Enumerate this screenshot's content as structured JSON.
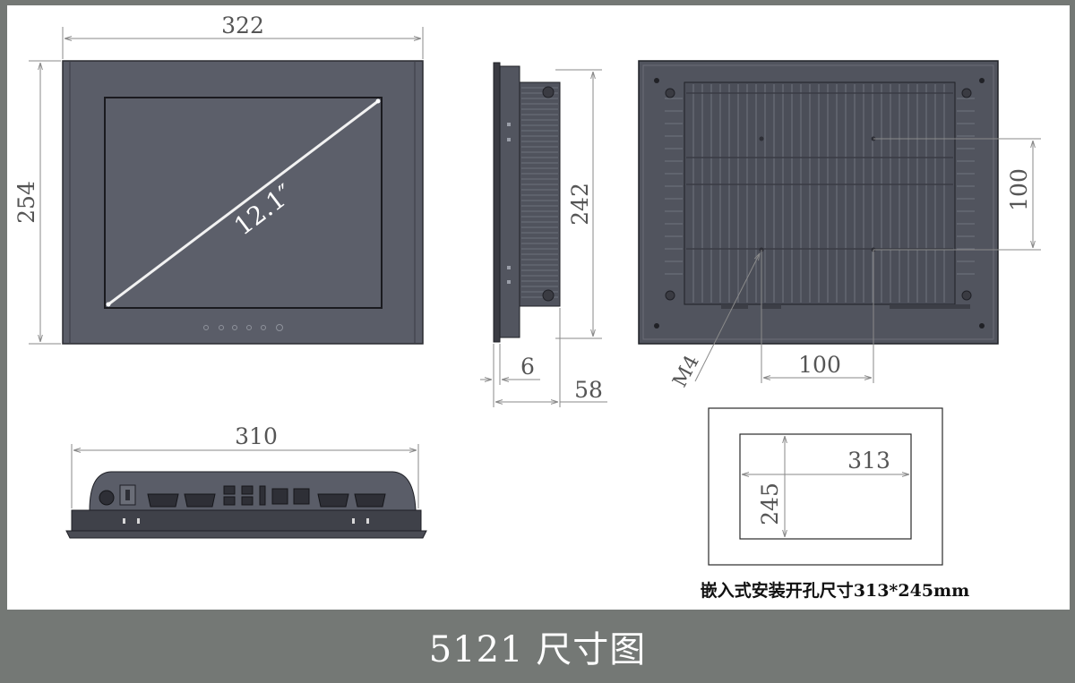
{
  "title": "5121 尺寸图",
  "front_view": {
    "width_label": "322",
    "height_label": "254",
    "diagonal_label": "12.1″"
  },
  "side_view": {
    "height_label": "242",
    "bezel_label": "6",
    "depth_label": "58"
  },
  "back_view": {
    "hole_spacing_v_label": "100",
    "hole_spacing_h_label": "100",
    "screw_label": "M4"
  },
  "bottom_view": {
    "width_label": "310"
  },
  "cutout": {
    "width_label": "313",
    "height_label": "245",
    "caption": "嵌入式安装开孔尺寸313*245mm"
  },
  "colors": {
    "panel": "#5a5d68",
    "bezel": "#2e2f36",
    "frame": "#747875",
    "dim_line": "#8a8a8a"
  }
}
